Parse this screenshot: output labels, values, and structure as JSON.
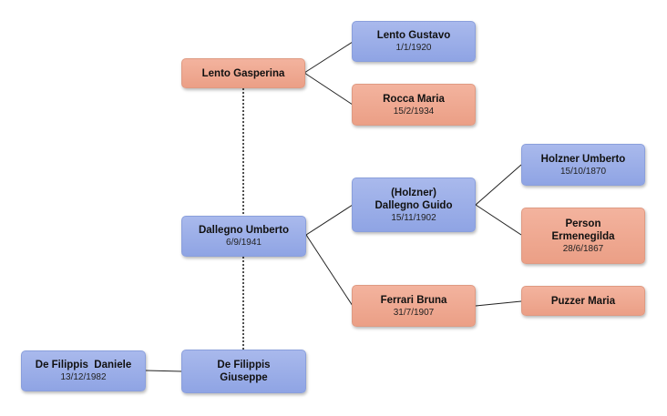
{
  "people": {
    "lento_gustavo": {
      "name": "Lento Gustavo",
      "date": "1/1/1920",
      "gender": "male"
    },
    "rocca_maria": {
      "name": "Rocca Maria",
      "date": "15/2/1934",
      "gender": "female"
    },
    "lento_gasperina": {
      "name": "Lento Gasperina",
      "date": "",
      "gender": "female"
    },
    "holzner_umberto": {
      "name": "Holzner Umberto",
      "date": "15/10/1870",
      "gender": "male"
    },
    "person_ermenegilda": {
      "name_line1": "Person",
      "name_line2": "Ermenegilda",
      "date": "28/6/1867",
      "gender": "female"
    },
    "dallegno_guido": {
      "name_line1": "(Holzner)",
      "name_line2": "Dallegno Guido",
      "date": "15/11/1902",
      "gender": "male"
    },
    "dallegno_umberto": {
      "name": "Dallegno Umberto",
      "date": "6/9/1941",
      "gender": "male"
    },
    "ferrari_bruna": {
      "name": "Ferrari Bruna",
      "date": "31/7/1907",
      "gender": "female"
    },
    "puzzer_maria": {
      "name": "Puzzer Maria",
      "date": "",
      "gender": "female"
    },
    "defilippis_giuseppe": {
      "name_line1": "De Filippis",
      "name_line2": "Giuseppe",
      "date": "",
      "gender": "male"
    },
    "defilippis_daniele": {
      "name": "De Filippis  Daniele",
      "date": "13/12/1982",
      "gender": "male"
    }
  },
  "colors": {
    "male": "#9aaee8",
    "female": "#eea88f",
    "connector": "#222222"
  }
}
